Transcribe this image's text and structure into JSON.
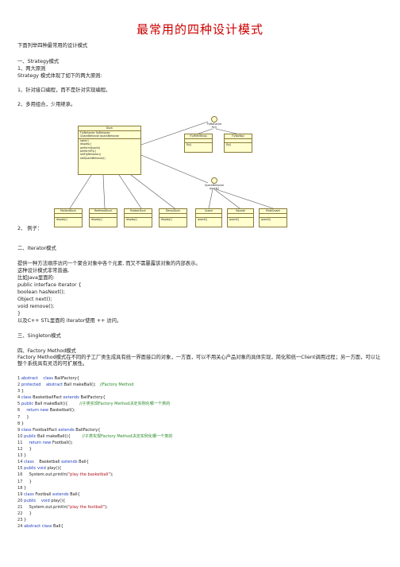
{
  "title": "最常用的四种设计模式",
  "intro": "下面列举四种最常用的设计模式",
  "strategy": {
    "heading": "一、Strategy模式",
    "sub": "1、两大原则",
    "desc": "Strategy 模式体现了如下的两大原则:",
    "p1": "1、针对接口编程，而不是针对实现编程。",
    "p2": "2、多用组合，少用继承。",
    "example": "2、 例子："
  },
  "uml": {
    "duck": {
      "name": "Duck",
      "attrs": [
        "FlyBehavior flyBehavior",
        "QuackBehavior quackBehavior"
      ],
      "ops": [
        "swim()",
        "display()",
        "performQuack()",
        "performFly()",
        "setFlyBehavior()",
        "setQuackBehavior()"
      ]
    },
    "fly_iface": {
      "name": "FlyBehavior",
      "op": "fly()"
    },
    "fly_impl": [
      {
        "name": "FlyWithWings",
        "op": "fly()"
      },
      {
        "name": "FlyNoWay",
        "op": "fly()"
      }
    ],
    "quack_iface": {
      "name": "QuackBehavior",
      "op": "quack()"
    },
    "ducks": [
      {
        "name": "MallardDuck",
        "op": "display()"
      },
      {
        "name": "RedheadDuck",
        "op": "display()"
      },
      {
        "name": "RubberDuck",
        "op": "display()"
      },
      {
        "name": "DecoyDuck",
        "op": "display()"
      }
    ],
    "quacks": [
      {
        "name": "Quack",
        "op": "quack()"
      },
      {
        "name": "Squeak",
        "op": "quack()"
      },
      {
        "name": "MuteQuack",
        "op": "quack()"
      }
    ]
  },
  "iterator": {
    "heading": "二、Iterator模式",
    "l1": "提供一种方法顺序访问一个聚合对象中各个元素, 而又不需暴露该对象的内部表示。",
    "l2": "这种设计模式非常普遍,",
    "l3": "比如Java里面的:",
    "l4": "public interface Iterator {",
    "l5": "boolean hasNext();",
    "l6": "Object next();",
    "l7": "void remove();",
    "l8": "}",
    "l9": "以及C++ STL里面的 iterator使用 ++ 访问。"
  },
  "singleton": {
    "heading": "三、Singleton模式"
  },
  "factory": {
    "heading": "四、Factory Method模式",
    "desc": "Factory Method模式在不同的子工厂类生成具有统一界面接口的对象，一方面，可以不用关心产品对象的具体实现，简化和统一Client调用过程；另一方面，可以让整个系统具有灵活的可扩展性。"
  },
  "code": [
    [
      [
        "ln",
        "1 "
      ],
      [
        "kw",
        "abstract"
      ],
      [
        "",
        "    "
      ],
      [
        "kw",
        "class"
      ],
      [
        "",
        " BallFactory{"
      ]
    ],
    [
      [
        "ln",
        "2 "
      ],
      [
        "kw",
        "protected"
      ],
      [
        "",
        "    "
      ],
      [
        "kw",
        "abstract"
      ],
      [
        "",
        " Ball makeBall(); "
      ],
      [
        "cm",
        "  //Factory Method"
      ]
    ],
    [
      [
        "ln",
        "3 "
      ],
      [
        "",
        "}"
      ]
    ],
    [
      [
        "ln",
        "4 "
      ],
      [
        "kw",
        "class"
      ],
      [
        "",
        " BasketballFact "
      ],
      [
        "kw",
        "extends"
      ],
      [
        "",
        " BallFactory{"
      ]
    ],
    [
      [
        "ln",
        "5 "
      ],
      [
        "kw",
        "public"
      ],
      [
        "",
        " Ball makeBall(){"
      ],
      [
        "cm",
        "         //子类实现Factory Method决定实例化哪一个类的"
      ]
    ],
    [
      [
        "ln",
        "6 "
      ],
      [
        "",
        "    "
      ],
      [
        "kw",
        "return new"
      ],
      [
        "",
        " Basketball();"
      ]
    ],
    [
      [
        "ln",
        "7 "
      ],
      [
        "",
        "    }"
      ]
    ],
    [
      [
        "ln",
        "8 "
      ],
      [
        "",
        "}"
      ]
    ],
    [
      [
        "ln",
        "9 "
      ],
      [
        "kw",
        "class"
      ],
      [
        "",
        " FootballFact "
      ],
      [
        "kw",
        "extends"
      ],
      [
        "",
        " BallFactory{"
      ]
    ],
    [
      [
        "ln",
        "10 "
      ],
      [
        "kw",
        "public"
      ],
      [
        "",
        " Ball makeBall(){"
      ],
      [
        "cm",
        "         //子类实现Factory Method决定实例化哪一个类的"
      ]
    ],
    [
      [
        "ln",
        "11 "
      ],
      [
        "",
        "    "
      ],
      [
        "kw",
        "return new"
      ],
      [
        "",
        " Football();"
      ]
    ],
    [
      [
        "ln",
        "12 "
      ],
      [
        "",
        "    }"
      ]
    ],
    [
      [
        "ln",
        "13 "
      ],
      [
        "",
        "}"
      ]
    ],
    [
      [
        "ln",
        "14 "
      ],
      [
        "kw",
        "class"
      ],
      [
        "",
        "    Basketball "
      ],
      [
        "kw",
        "extends"
      ],
      [
        "",
        " Ball{"
      ]
    ],
    [
      [
        "ln",
        "15 "
      ],
      [
        "kw",
        "public void"
      ],
      [
        "",
        " play(){"
      ]
    ],
    [
      [
        "ln",
        "16 "
      ],
      [
        "",
        "    System.out.println("
      ],
      [
        "st",
        "\"play the basketball\""
      ],
      [
        "",
        ");"
      ]
    ],
    [
      [
        "ln",
        "17 "
      ],
      [
        "",
        "    }"
      ]
    ],
    [
      [
        "ln",
        "18 "
      ],
      [
        "",
        "}"
      ]
    ],
    [
      [
        "ln",
        "19 "
      ],
      [
        "kw",
        "class"
      ],
      [
        "",
        " Football "
      ],
      [
        "kw",
        "extends"
      ],
      [
        "",
        " Ball{"
      ]
    ],
    [
      [
        "ln",
        "20 "
      ],
      [
        "kw",
        "public"
      ],
      [
        "",
        "    "
      ],
      [
        "kw",
        "void"
      ],
      [
        "",
        " play(){"
      ]
    ],
    [
      [
        "ln",
        "21 "
      ],
      [
        "",
        "    System.out.println("
      ],
      [
        "st",
        "\"play the football\""
      ],
      [
        "",
        ");"
      ]
    ],
    [
      [
        "ln",
        "22 "
      ],
      [
        "",
        "    }"
      ]
    ],
    [
      [
        "ln",
        "23 "
      ],
      [
        "",
        "}"
      ]
    ],
    [
      [
        "ln",
        "24 "
      ],
      [
        "kw",
        "abstract class"
      ],
      [
        "",
        " Ball{"
      ]
    ]
  ]
}
